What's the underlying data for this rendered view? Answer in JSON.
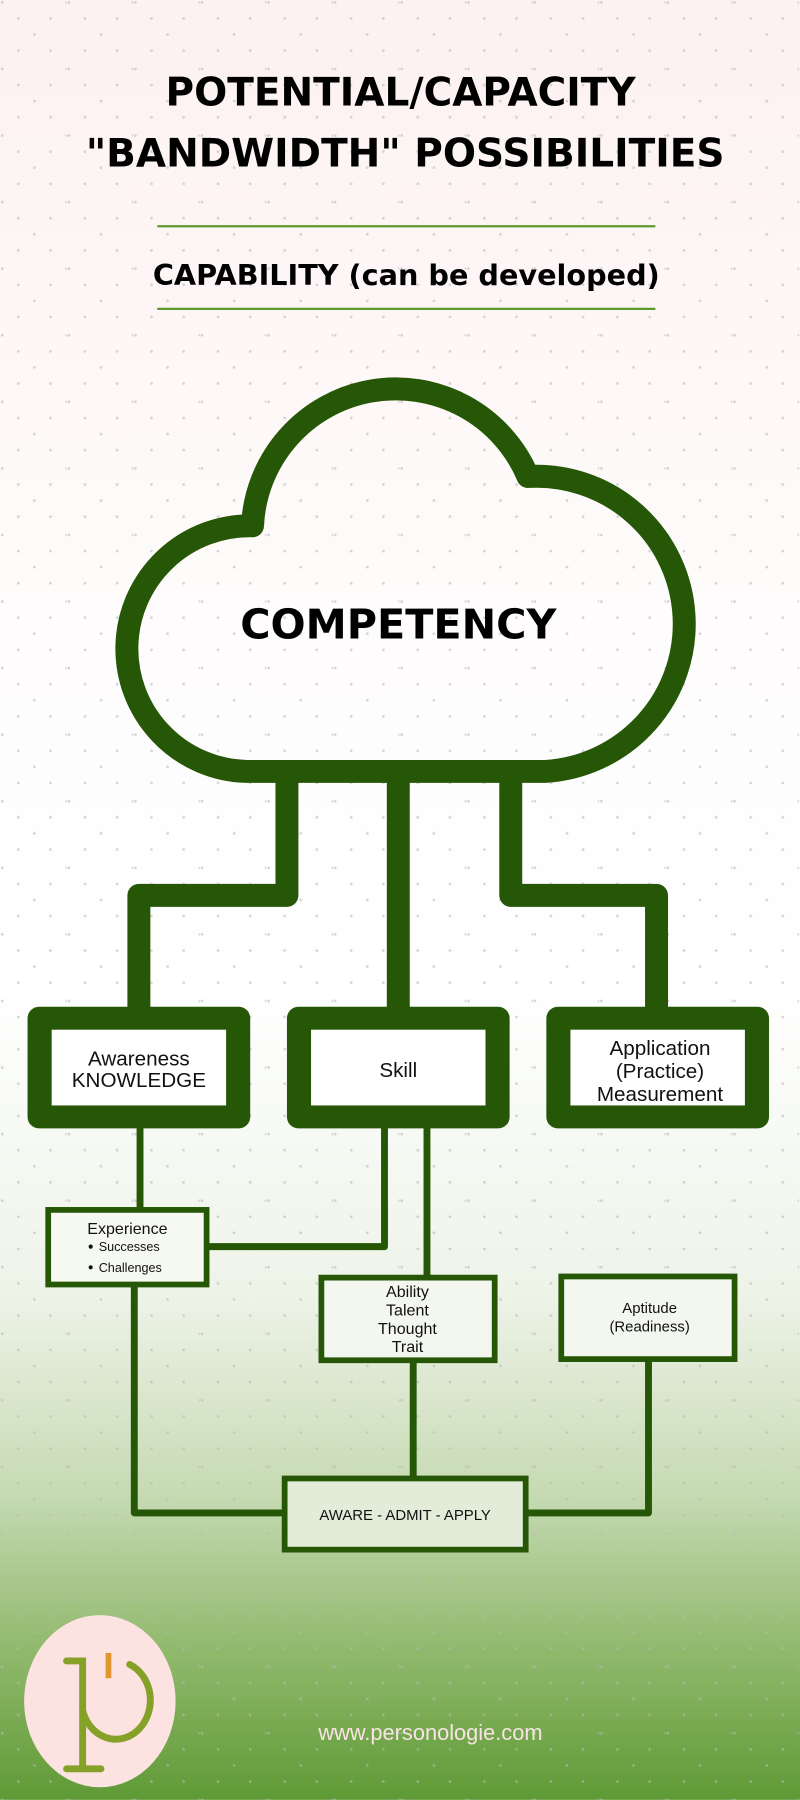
{
  "header": {
    "title_line1": "POTENTIAL/CAPACITY",
    "title_line2": "\"BANDWIDTH\" POSSIBILITIES",
    "subtitle": "CAPABILITY (can be developed)"
  },
  "diagram": {
    "cloud_label": "COMPETENCY",
    "boxes": {
      "knowledge": [
        "Awareness",
        "KNOWLEDGE"
      ],
      "skill": "Skill",
      "application": [
        "Application",
        "(Practice)",
        "Measurement"
      ],
      "experience": {
        "title": "Experience",
        "bullets": [
          "Successes",
          "Challenges"
        ]
      },
      "ability": [
        "Ability",
        "Talent",
        "Thought",
        "Trait"
      ],
      "aptitude": [
        "Aptitude",
        "(Readiness)"
      ],
      "result": "AWARE - ADMIT - APPLY"
    }
  },
  "footer": {
    "website": "www.personologie.com",
    "logo_letter": "p"
  },
  "colors": {
    "dark_green": "#255707",
    "accent_green": "#5d9a2c",
    "logo_bg": "#fde2e2",
    "logo_olive": "#86a127",
    "logo_orange": "#e0962f"
  }
}
